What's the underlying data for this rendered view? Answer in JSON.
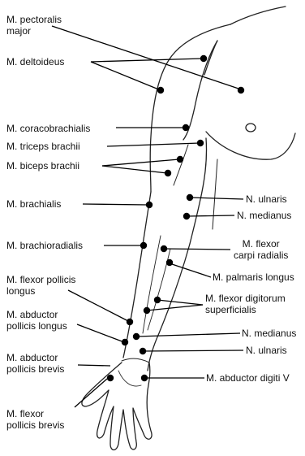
{
  "labels": {
    "pectoralis_major": "M. pectoralis\nmajor",
    "deltoideus": "M. deltoideus",
    "coracobrachialis": "M. coracobrachialis",
    "triceps_brachii": "M. triceps brachii",
    "biceps_brachii": "M. biceps brachii",
    "brachialis": "M. brachialis",
    "brachioradialis": "M. brachioradialis",
    "flexor_pollicis_longus": "M. flexor pollicis\nlongus",
    "abductor_pollicis_longus": "M. abductor\npollicis longus",
    "abductor_pollicis_brevis": "M. abductor\npollicis brevis",
    "flexor_pollicis_brevis": "M. flexor\npollicis brevis",
    "n_ulnaris_upper": "N. ulnaris",
    "n_medianus_upper": "N. medianus",
    "flexor_carpi_radialis": "M. flexor\ncarpi radialis",
    "palmaris_longus": "M. palmaris longus",
    "flexor_digitorum_superficialis": "M. flexor digitorum\nsuperficialis",
    "n_medianus_lower": "N. medianus",
    "n_ulnaris_lower": "N. ulnaris",
    "abductor_digiti_v": "M. abductor digiti V"
  }
}
